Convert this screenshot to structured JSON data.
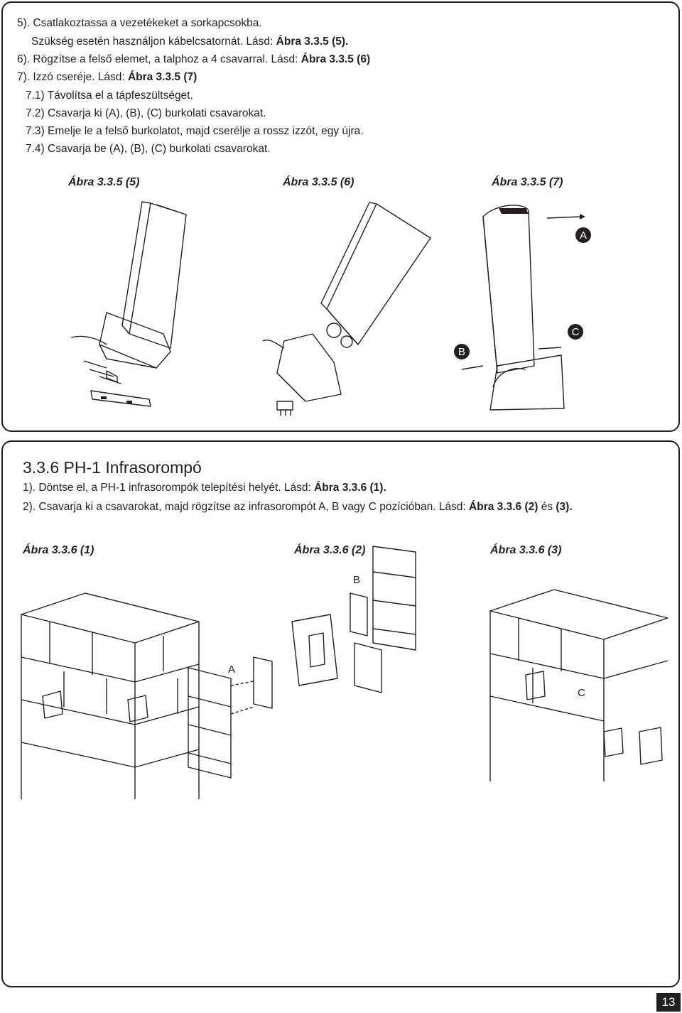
{
  "section_a": {
    "lines": [
      {
        "text": "5). Csatlakoztassa a vezetékeket a sorkapcsokba.",
        "bold": ""
      },
      {
        "text": "Szükség esetén használjon kábelcsatornát. Lásd: ",
        "bold": "Ábra 3.3.5 (5)."
      },
      {
        "text": "6). Rögzítse a felső elemet, a talphoz a 4 csavarral. Lásd: ",
        "bold": "Ábra 3.3.5 (6)"
      },
      {
        "text": "7). Izzó cseréje. Lásd: ",
        "bold": "Ábra 3.3.5 (7)"
      },
      {
        "text": "7.1) Távolítsa el a tápfeszültséget.",
        "bold": ""
      },
      {
        "text": "7.2) Csavarja ki (A), (B), (C) burkolati csavarokat.",
        "bold": ""
      },
      {
        "text": "7.3) Emelje le a felső burkolatot, majd cserélje a rossz izzót, egy újra.",
        "bold": ""
      },
      {
        "text": "7.4) Csavarja be (A), (B), (C) burkolati csavarokat.",
        "bold": ""
      }
    ],
    "figures": [
      "Ábra 3.3.5 (5)",
      "Ábra 3.3.5 (6)",
      "Ábra 3.3.5 (7)"
    ],
    "callouts": [
      "A",
      "B",
      "C"
    ]
  },
  "section_b": {
    "title": "3.3.6 PH-1 Infrasorompó",
    "line1": {
      "text": "1). Döntse el, a PH-1 infrasorompók telepítési helyét. Lásd: ",
      "bold": "Ábra 3.3.6 (1)."
    },
    "line2": {
      "text": "2). Csavarja ki a csavarokat, majd rögzítse az infrasorompót A, B vagy C pozícióban. Lásd: ",
      "bold": "Ábra 3.3.6 (2)",
      "mid": " és ",
      "bold2": "(3)."
    },
    "figures": [
      "Ábra 3.3.6 (1)",
      "Ábra 3.3.6 (2)",
      "Ábra 3.3.6 (3)"
    ],
    "labels": [
      "A",
      "B",
      "C"
    ]
  },
  "page_number": "13"
}
